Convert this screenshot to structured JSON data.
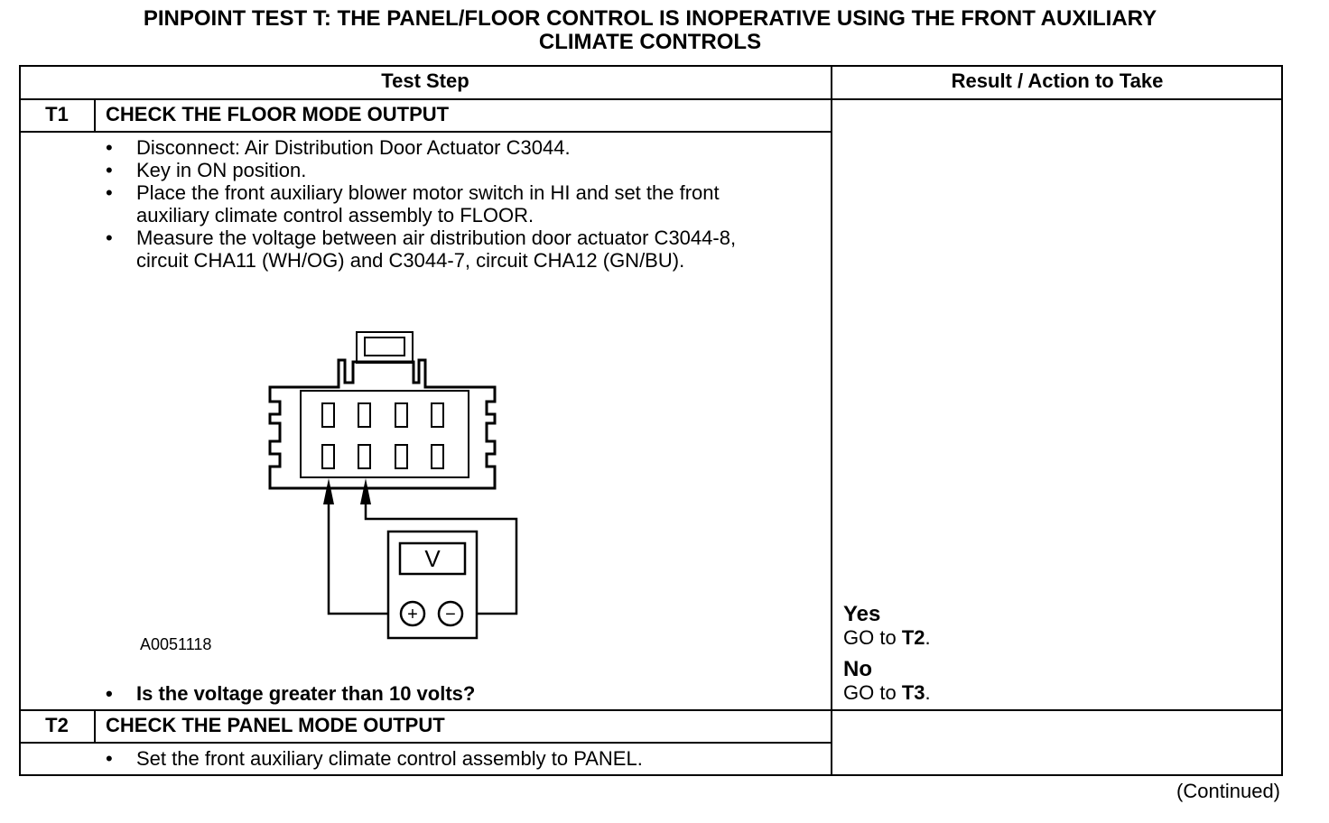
{
  "title": {
    "line1": "PINPOINT TEST T: THE PANEL/FLOOR CONTROL IS INOPERATIVE USING THE FRONT AUXILIARY",
    "line2": "CLIMATE CONTROLS"
  },
  "table": {
    "header": {
      "step": "Test Step",
      "result": "Result / Action to Take"
    },
    "t1": {
      "id": "T1",
      "heading": "CHECK THE FLOOR MODE OUTPUT",
      "steps": [
        "Disconnect: Air Distribution Door Actuator C3044.",
        "Key in ON position.",
        "Place the front auxiliary blower motor switch in HI and set the front auxiliary climate control assembly to FLOOR.",
        "Measure the voltage between air distribution door actuator C3044-8, circuit CHA11 (WH/OG) and C3044-7, circuit CHA12 (GN/BU)."
      ],
      "figure_id": "A0051118",
      "meter_symbol": "V",
      "meter_plus": "+",
      "meter_minus": "−",
      "question": "Is the voltage greater than 10 volts?",
      "results": {
        "yes_label": "Yes",
        "yes_action": "GO to",
        "yes_target": "T2",
        "no_label": "No",
        "no_action": "GO to",
        "no_target": "T3"
      }
    },
    "t2": {
      "id": "T2",
      "heading": "CHECK THE PANEL MODE OUTPUT",
      "steps": [
        "Set the front auxiliary climate control assembly to PANEL."
      ]
    }
  },
  "footer": {
    "continued": "(Continued)"
  }
}
